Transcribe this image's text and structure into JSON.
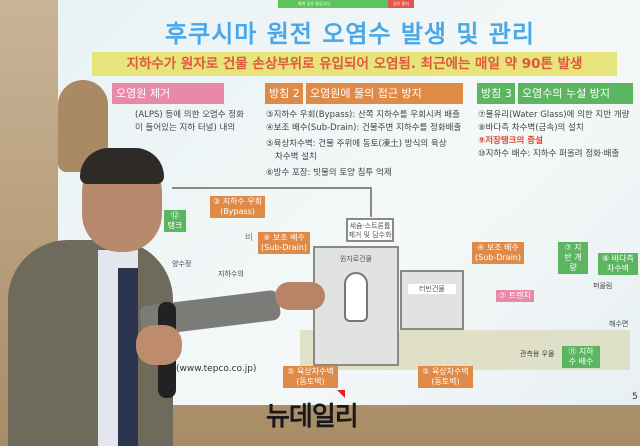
{
  "zoom_bar": {
    "sharing_text": "화면 공유 중입니다",
    "stop_label": "공유 중지"
  },
  "slide": {
    "title": "후쿠시마 원전 오염수 발생 및 관리",
    "summary": "지하수가 원자로 건물 손상부위로 유입되어 오염됨. 최근에는 매일 약 90톤 발생",
    "policy1": {
      "title": "오염원 제거",
      "bullets": [
        "(ALPS) 등에 의한 오염수 정화",
        "이 들어있는 지하 터널) 내의"
      ]
    },
    "policy2": {
      "label": "방침 2",
      "title": "오염원에 물의 접근 방지",
      "bullets": [
        "③지하수 우회(Bypass): 산쪽 지하수를 우회시켜 배출",
        "④보조 배수(Sub-Drain): 건물주변 지하수를 정화배출",
        "⑤육상차수벽: 건물 주위에 동토(凍土) 방식의 육상",
        "차수벽 설치",
        "⑥방수 포장: 빗물의 토양 침투 억제"
      ]
    },
    "policy3": {
      "label": "방침 3",
      "title": "오염수의 누설 방지",
      "bullets": [
        "⑦물유리(Water Glass)에 의한 지반 개량",
        "⑧바다측 차수벽(금속)의 설치",
        "⑩지하수 배수: 지하수 퍼올려 정화·배출"
      ],
      "highlight": "⑨저장탱크의 증설"
    },
    "diagram": {
      "tank": "⑫ 탱크",
      "bypass": "③ 지하수 우회",
      "bypass_en": "(Bypass)",
      "rain": "비",
      "subdrain_left": "④ 보조 배수",
      "subdrain_left_en": "(Sub-Drain)",
      "pumping_well": "양수정",
      "groundwater": "지하수의",
      "cesium": "세슘·스트론튬",
      "cesium2": "제거 및 담수화",
      "reactor": "원자로건물",
      "turbine": "터빈건물",
      "subdrain_right": "④ 보조 배수",
      "subdrain_right_en": "(Sub-Drain)",
      "trench": "⑦ 트렌치",
      "ground_improve": "⑦ 지반 개량",
      "seawall": "⑧ 바다측 차수벽",
      "pump": "퍼올림",
      "sea_level": "해수면",
      "observation_well": "관측용 우물",
      "gw_drain": "⑪ 지하수 배수",
      "landwall1": "⑤ 육상차수벽",
      "landwall1_sub": "(동토벽)",
      "landwall2": "⑤ 육상차수벽",
      "landwall2_sub": "(동토벽)"
    },
    "source": "(www.tepco.co.jp)",
    "page": "5"
  },
  "watermark": "뉴데일리"
}
